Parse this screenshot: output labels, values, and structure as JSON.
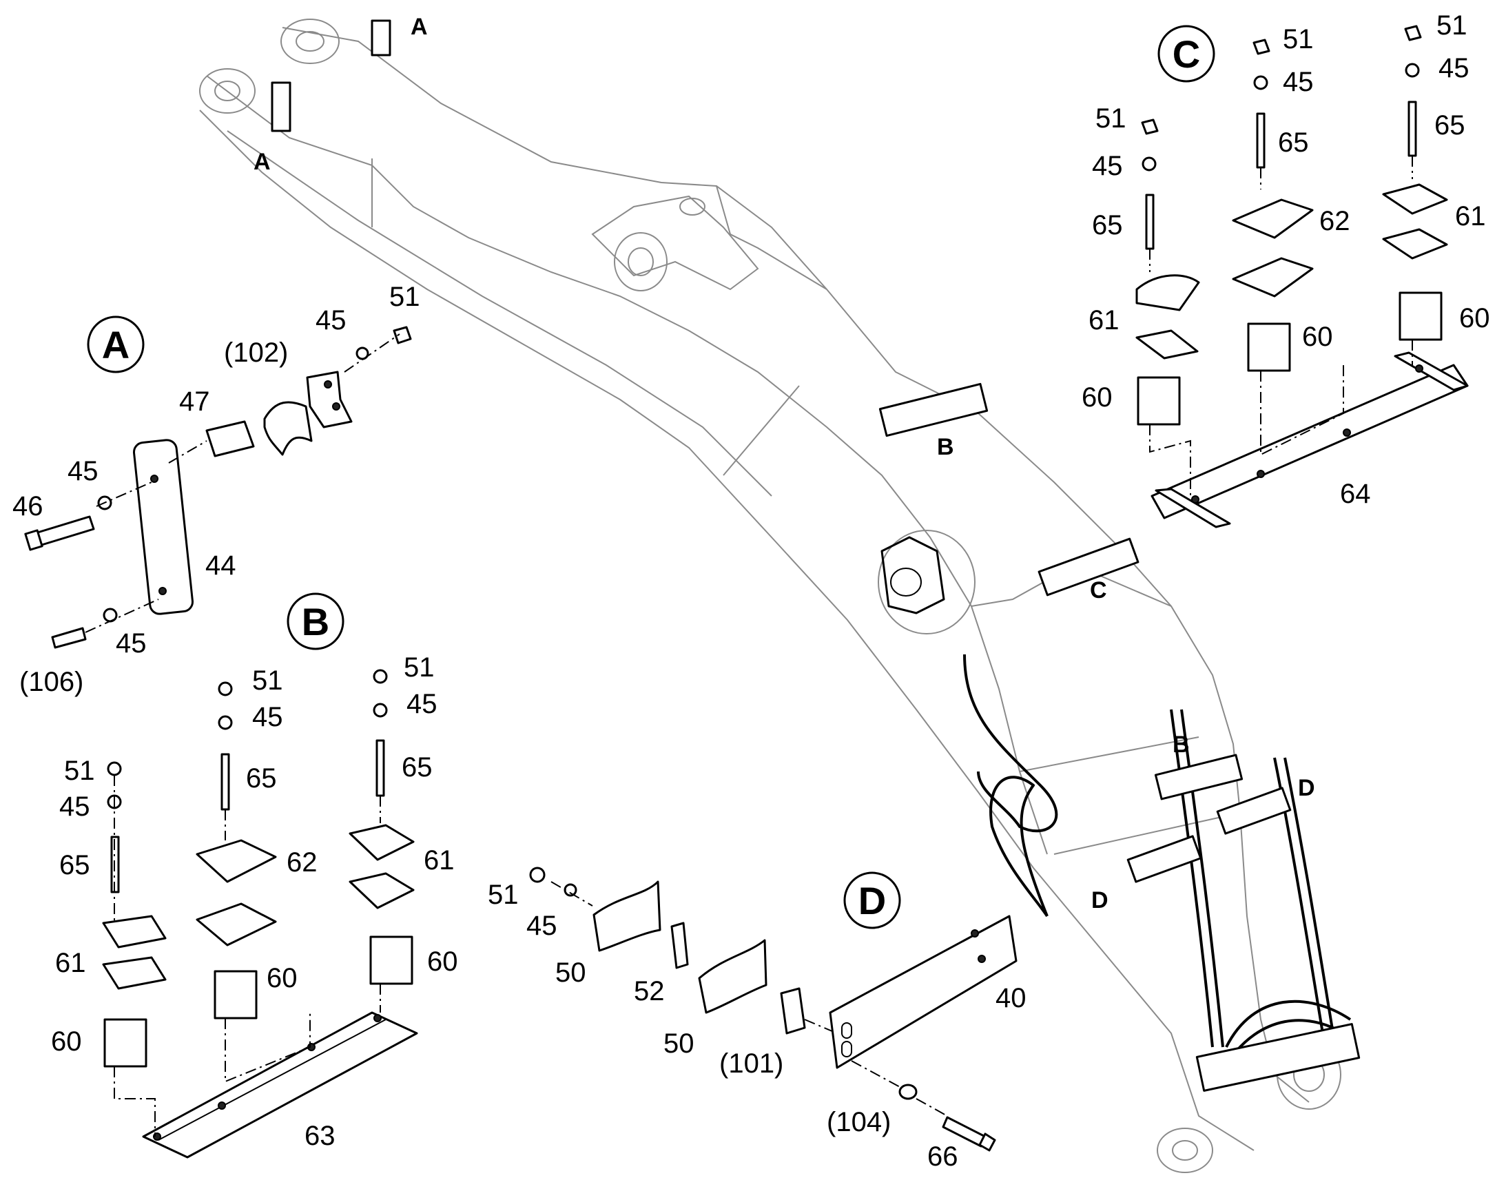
{
  "detail_markers": {
    "A": "A",
    "B": "B",
    "C": "C",
    "D": "D"
  },
  "boom_tags": {
    "a1": "A",
    "a2": "A",
    "b1": "B",
    "c1": "C",
    "b2": "B",
    "d1": "D",
    "d2": "D"
  },
  "detail_a": {
    "p51": "51",
    "p45a": "45",
    "p102": "(102)",
    "p47": "47",
    "p45b": "45",
    "p46": "46",
    "p44": "44",
    "p45c": "45",
    "p106": "(106)"
  },
  "detail_b": {
    "c1_51": "51",
    "c1_45": "45",
    "c1_65": "65",
    "c1_61": "61",
    "c1_60": "60",
    "c2_51": "51",
    "c2_45": "45",
    "c2_65": "65",
    "c2_62": "62",
    "c2_60": "60",
    "c3_51": "51",
    "c3_45": "45",
    "c3_65": "65",
    "c3_61": "61",
    "c3_60": "60",
    "p63": "63"
  },
  "detail_c": {
    "c1_51": "51",
    "c1_45": "45",
    "c1_65": "65",
    "c1_61": "61",
    "c1_60": "60",
    "c2_51": "51",
    "c2_45": "45",
    "c2_65": "65",
    "c2_62": "62",
    "c2_60": "60",
    "c3_51": "51",
    "c3_45": "45",
    "c3_65": "65",
    "c3_61": "61",
    "c3_60": "60",
    "p64": "64"
  },
  "detail_d": {
    "p51": "51",
    "p45": "45",
    "p50a": "50",
    "p52": "52",
    "p50b": "50",
    "p101": "(101)",
    "p40": "40",
    "p104": "(104)",
    "p66": "66"
  }
}
